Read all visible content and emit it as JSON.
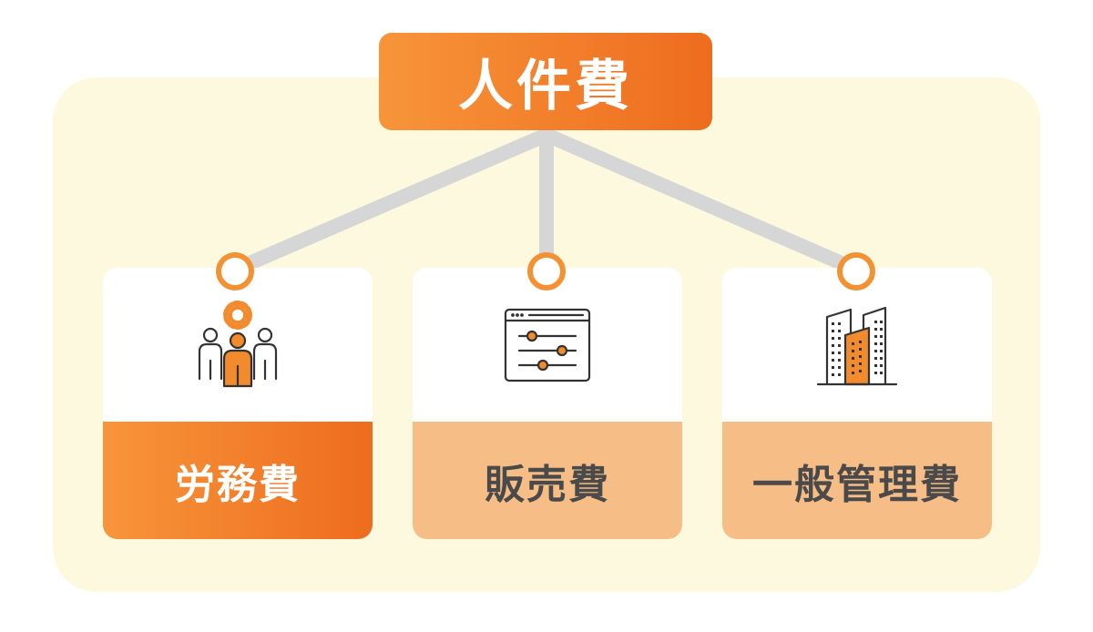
{
  "diagram": {
    "root": {
      "label": "人件費"
    },
    "children": [
      {
        "id": "labor",
        "label": "労務費",
        "icon": "team-gear-icon",
        "highlighted": true
      },
      {
        "id": "sales",
        "label": "販売費",
        "icon": "settings-sliders-window-icon",
        "highlighted": false
      },
      {
        "id": "admin",
        "label": "一般管理費",
        "icon": "office-buildings-icon",
        "highlighted": false
      }
    ]
  },
  "colors": {
    "accent": "#f28a2e",
    "accent_dark": "#ee6c1e",
    "accent_light": "#f7bd86",
    "panel_background": "#fcf9df",
    "connector": "#d6d6d6",
    "inactive_text": "#4a4a4a"
  }
}
